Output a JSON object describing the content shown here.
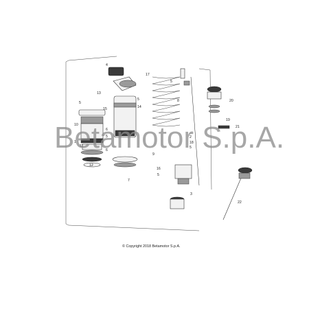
{
  "watermark": "Betamotor S.p.A.",
  "copyright": "© Copyright 2018 Betamotor S.p.A.",
  "part_numbers": {
    "n1": "1",
    "n2": "2",
    "n3": "3",
    "n4": "4",
    "n5a": "5",
    "n5b": "5",
    "n5c": "5",
    "n5d": "5",
    "n5e": "5",
    "n5f": "5",
    "n6": "6",
    "n7": "7",
    "n8": "8",
    "n9": "9",
    "n10": "10",
    "n11": "11",
    "n12": "12",
    "n13": "13",
    "n14": "14",
    "n15": "15",
    "n16": "16",
    "n17": "17",
    "n18": "18",
    "n19": "19",
    "n20": "20",
    "n21": "21",
    "n22": "22"
  },
  "colors": {
    "line": "#333333",
    "watermark": "#8a8a8a",
    "background": "#ffffff"
  }
}
